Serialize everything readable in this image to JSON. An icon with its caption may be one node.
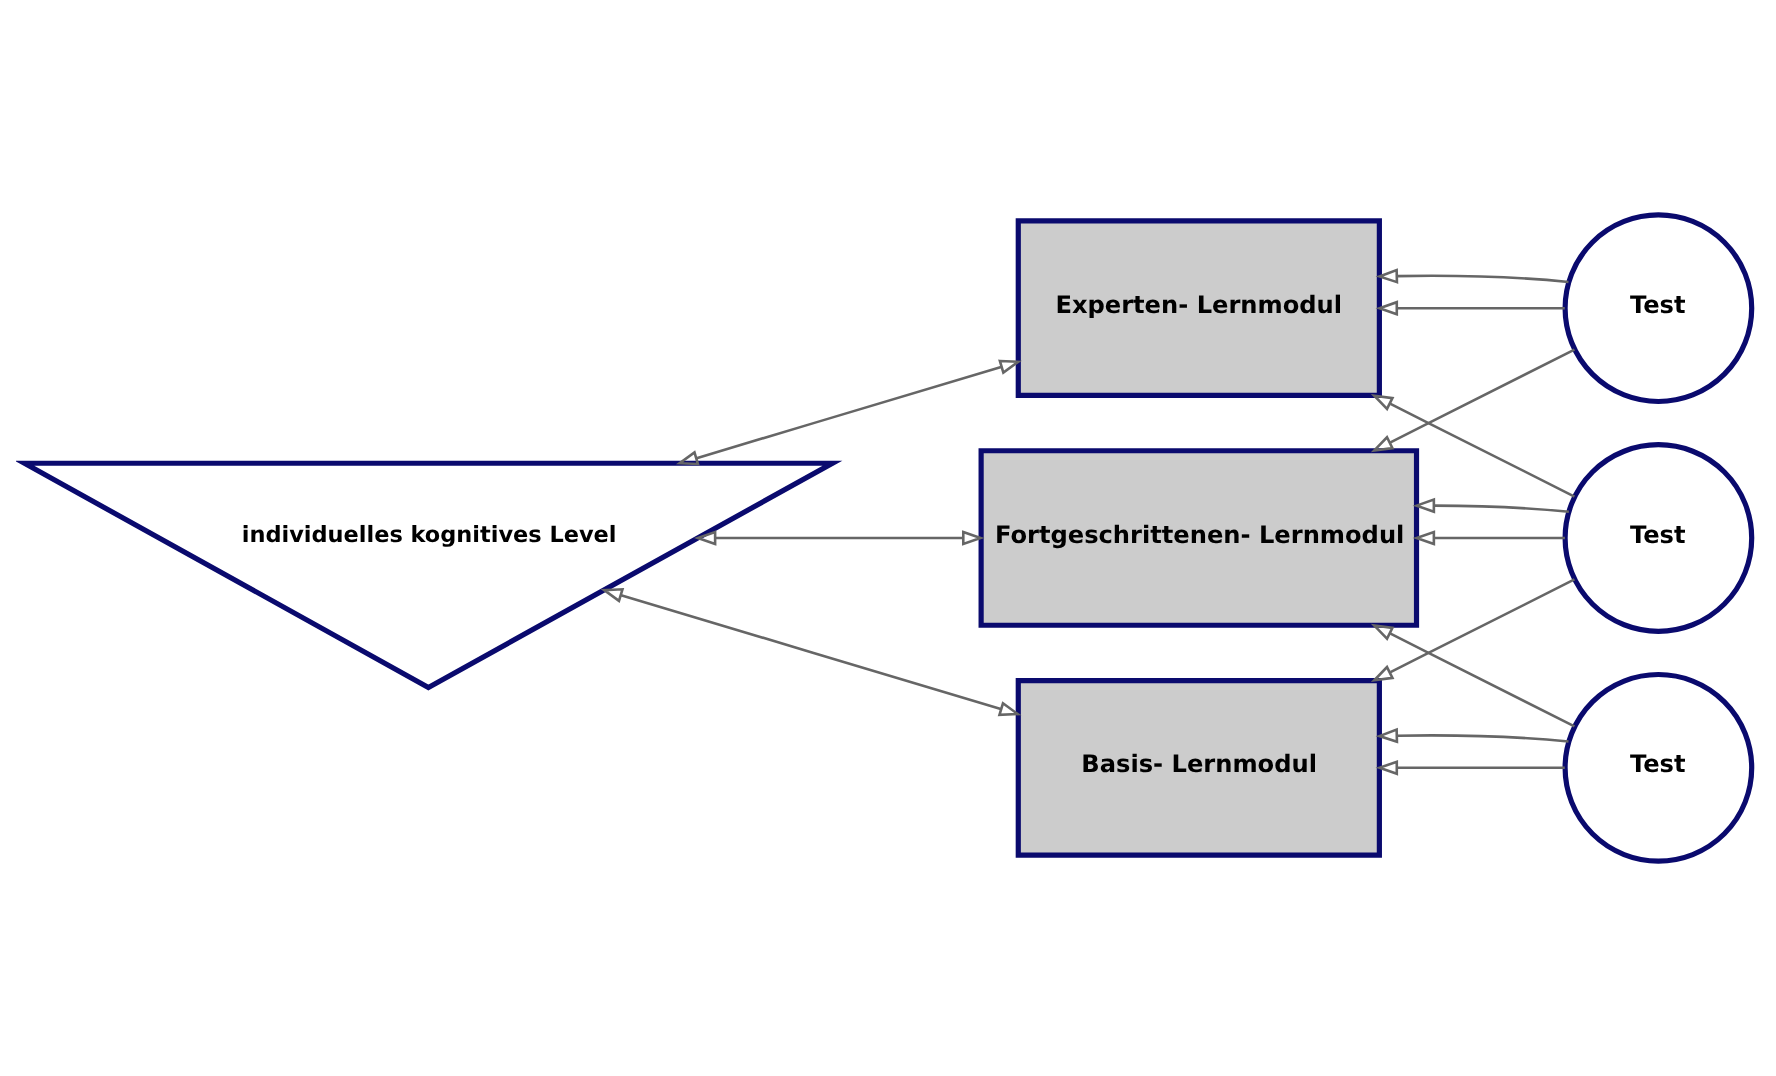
{
  "diagram": {
    "nodes": [
      {
        "text": [
          "individuelles kognitives Level"
        ]
      },
      {
        "text": [
          "Experten- Lernmodul"
        ]
      },
      {
        "text": [
          "Fortgeschrittenen- Lernmodul"
        ]
      },
      {
        "text": [
          "Basis- Lernmodul"
        ]
      },
      {
        "text": [
          "Test"
        ]
      },
      {
        "text": [
          "Test"
        ]
      },
      {
        "text": [
          "Test"
        ]
      }
    ],
    "edges": [
      {
        "from": 0,
        "to": 1,
        "arrow": "both"
      },
      {
        "from": 0,
        "to": 2,
        "arrow": "both"
      },
      {
        "from": 0,
        "to": 3,
        "arrow": "both"
      },
      {
        "from": 4,
        "to": 1,
        "arrow": "to"
      },
      {
        "from": 4,
        "to": 1,
        "arrow": "to"
      },
      {
        "from": 4,
        "to": 2,
        "arrow": "to"
      },
      {
        "from": 5,
        "to": 1,
        "arrow": "to"
      },
      {
        "from": 5,
        "to": 2,
        "arrow": "to"
      },
      {
        "from": 5,
        "to": 2,
        "arrow": "to"
      },
      {
        "from": 5,
        "to": 3,
        "arrow": "to"
      },
      {
        "from": 6,
        "to": 2,
        "arrow": "to"
      },
      {
        "from": 6,
        "to": 3,
        "arrow": "to"
      },
      {
        "from": 6,
        "to": 3,
        "arrow": "to"
      }
    ]
  }
}
